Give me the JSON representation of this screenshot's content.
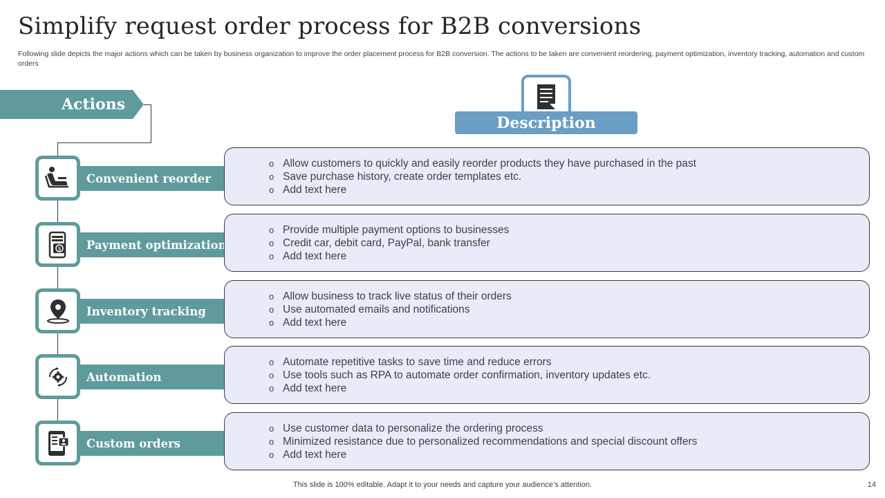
{
  "title": "Simplify request order process for B2B conversions",
  "subtitle": "Following slide depicts the major actions which can be taken by business organization to improve the order placement process for B2B conversion. The actions to be taken are convenient reordering, payment optimization, inventory tracking, automation and custom orders",
  "actions_label": "Actions",
  "description_label": "Description",
  "rows": [
    {
      "label": "Convenient reorder",
      "icon": "reorder-icon",
      "bullets": [
        "Allow customers to quickly and easily reorder products they have purchased in the past",
        "Save purchase history, create order templates etc.",
        "Add text here"
      ]
    },
    {
      "label": "Payment optimization",
      "icon": "payment-icon",
      "bullets": [
        "Provide multiple payment options to businesses",
        "Credit car, debit card, PayPal, bank transfer",
        "Add text here"
      ]
    },
    {
      "label": "Inventory tracking",
      "icon": "location-pin-icon",
      "bullets": [
        "Allow business to track live status of their orders",
        "Use automated emails and notifications",
        "Add text here"
      ]
    },
    {
      "label": "Automation",
      "icon": "automation-gear-icon",
      "bullets": [
        "Automate repetitive tasks to save time and reduce errors",
        "Use tools such as RPA to automate order confirmation, inventory  updates etc.",
        "Add text here"
      ]
    },
    {
      "label": "Custom orders",
      "icon": "custom-order-icon",
      "bullets": [
        "Use customer data to personalize the ordering process",
        "Minimized resistance due to personalized recommendations and special discount offers",
        "Add text here"
      ]
    }
  ],
  "bullet_mark": "o",
  "footer": "This slide is 100% editable. Adapt it to your needs and capture your audience’s attention.",
  "page_number": "14",
  "colors": {
    "teal": "#5f9b9c",
    "blue": "#6a9ec4",
    "box_fill": "#e9ebf8"
  }
}
